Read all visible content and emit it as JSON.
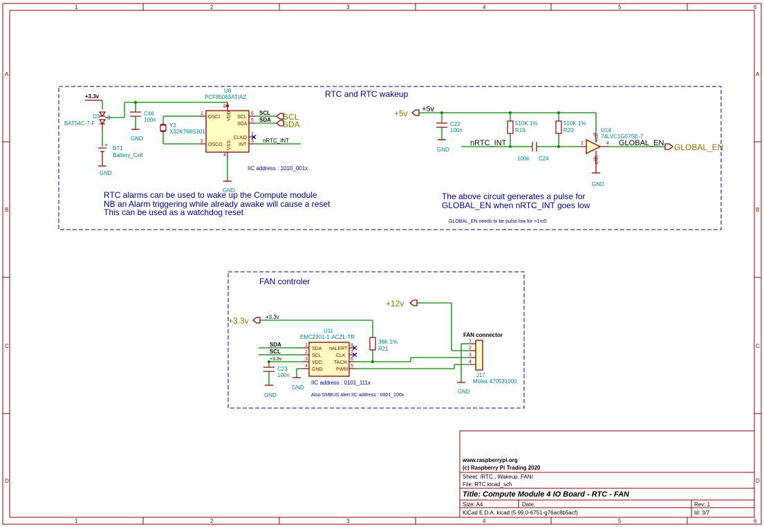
{
  "frame": {
    "columns": [
      "1",
      "2",
      "3",
      "4",
      "5",
      "6"
    ],
    "rows": [
      "A",
      "B",
      "C",
      "D"
    ]
  },
  "rtc_section": {
    "title": "RTC and RTC wakeup",
    "notes_left": [
      "RTC alarms can be used to wake up the Compute module",
      "NB an Alarm triggering while already awake will cause a reset",
      "This can be used as a watchdog reset"
    ],
    "notes_right": [
      "The above circuit generates a pulse for",
      "GLOBAL_EN when nRTC_INT goes low"
    ],
    "note_pulse": "GLOBAL_EN needs to be pulse low for >1mS",
    "iic_address": "IIC address : 1010_001x"
  },
  "fan_section": {
    "title": "FAN controler",
    "iic_address": "IIC address : 0101_111x",
    "smbus_alert": "Also SMBUS alert IIC address : 0001_100x"
  },
  "components": {
    "u8": {
      "ref": "U8",
      "value": "PCF85063AT/AZ",
      "pins": {
        "osci": "OSCI",
        "osco": "OSCO",
        "vdd": "VDD",
        "vss": "VSS",
        "scl": "SCL",
        "sda": "SDA",
        "clko": "CLKO",
        "int": "INT"
      },
      "pin_numbers": {
        "osci": "1",
        "osco": "2",
        "scl": "6",
        "sda": "5",
        "clko": "7",
        "int": "3",
        "vdd": "8",
        "vss": "4"
      }
    },
    "y2": {
      "ref": "Y2",
      "value": "X32K768S301"
    },
    "d3": {
      "ref": "D3",
      "value": "BAT54C-7-F",
      "pin": "3"
    },
    "bt1": {
      "ref": "BT1",
      "value": "Battery_Cell"
    },
    "c46": {
      "ref": "C46",
      "value": "100n"
    },
    "c22": {
      "ref": "C22",
      "value": "100n"
    },
    "c24": {
      "ref": "C24",
      "value": "100n"
    },
    "r19": {
      "ref": "R19",
      "value": "510K 1%"
    },
    "r20": {
      "ref": "R20",
      "value": "510K 1%"
    },
    "u14": {
      "ref": "U14",
      "value": "74LVC1G07SE-7",
      "pin_numbers": {
        "in": "2",
        "out": "4",
        "vcc": "5",
        "gnd": "3"
      },
      "pin_names": {
        "vcc": "VCC",
        "gnd": "GND"
      }
    },
    "u11": {
      "ref": "U11",
      "value": "EMC2301-1-ACZL-TR",
      "pins_left": [
        "SDA",
        "SCL",
        "VDD",
        "GND"
      ],
      "pins_right": [
        "nALERT",
        "CLK",
        "TACH",
        "PWM"
      ],
      "pin_numbers_left": [
        "1",
        "2",
        "3",
        "4"
      ],
      "pin_numbers_right": [
        "8",
        "7",
        "6",
        "5"
      ]
    },
    "r21": {
      "ref": "R21",
      "value": "36K 1%"
    },
    "c23": {
      "ref": "C23",
      "value": "100n"
    },
    "j17": {
      "ref": "J17",
      "value": "Molex 470531000",
      "title": "FAN connector",
      "pins": [
        "1",
        "2",
        "3",
        "4"
      ]
    }
  },
  "nets": {
    "v3v3": "+3.3v",
    "v5": "+5v",
    "v12": "+12v",
    "gnd": "GND",
    "scl": "SCL",
    "sda": "SDA",
    "nrtc_int": "nRTC_INT",
    "global_en": "GLOBAL_EN"
  },
  "title_block": {
    "website": "www.raspberrypi.org",
    "copyright": "(c) Raspberry Pi Trading 2020",
    "sheet": "Sheet: /RTC , Wakeup, FAN/",
    "file": "File: RTC.kicad_sch",
    "title": "Title: Compute Module 4 IO Board - RTC - FAN",
    "size": "Size: A4",
    "date": "Date:",
    "rev": "Rev: 1",
    "tool": "KiCad E.D.A.  kicad (5.99.0-6751-g76ac8b5acf)",
    "id": "Id: 3/7"
  }
}
